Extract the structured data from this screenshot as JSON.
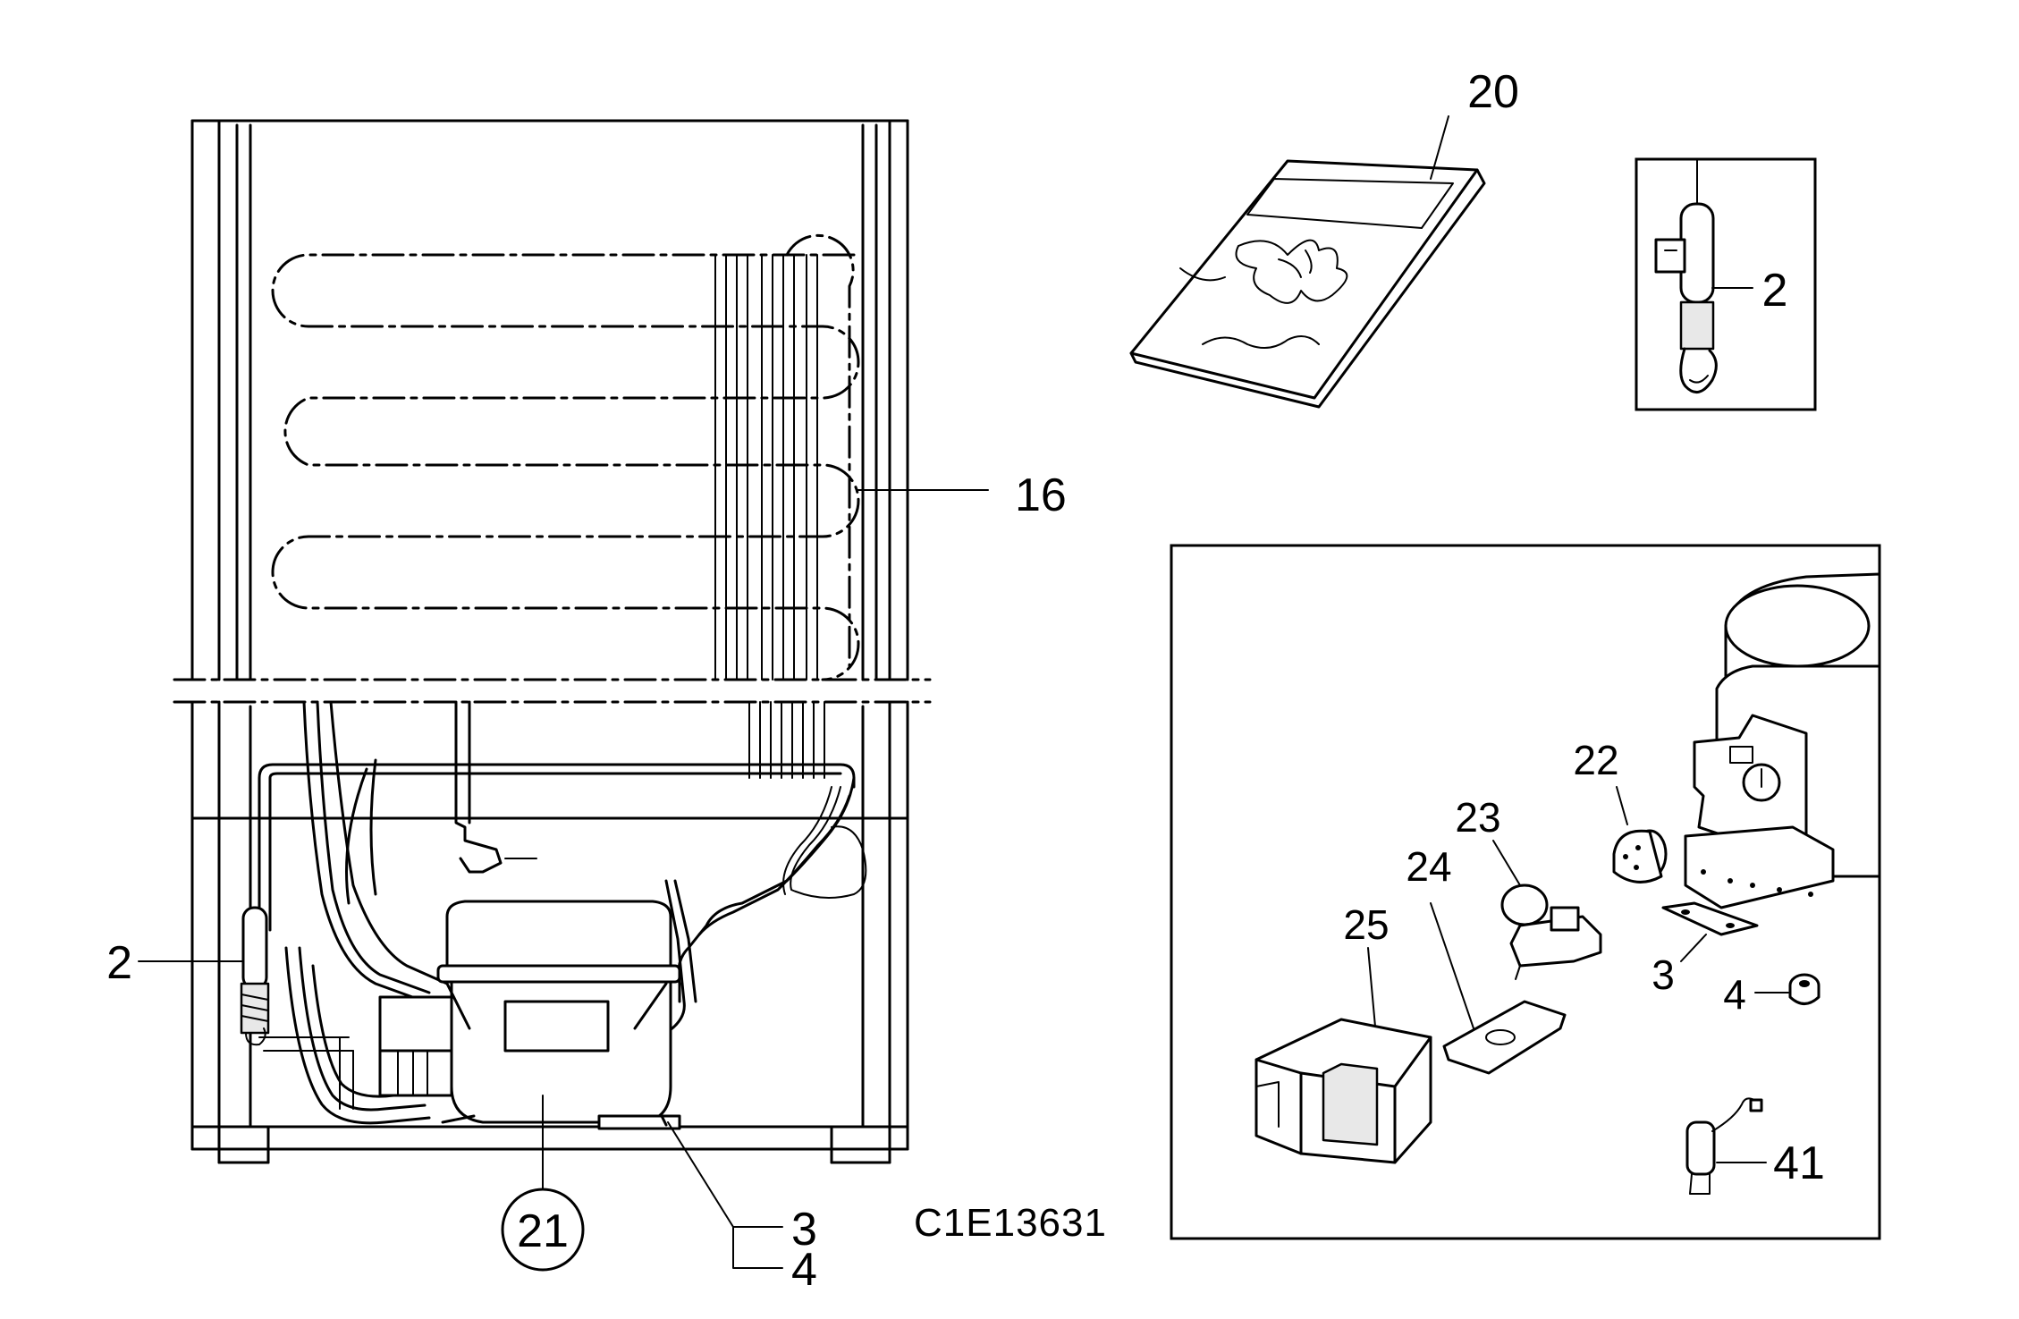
{
  "diagram_code": "C1E13631",
  "callouts": {
    "thermostat_left": "2",
    "condenser": "16",
    "compressor": "21",
    "grommet_left": "3",
    "clip_left": "4",
    "manual": "20",
    "thermostat_detail": "2",
    "relay": "22",
    "overload": "23",
    "cover_bracket": "24",
    "terminal_cover": "25",
    "grommet_right": "3",
    "clip_right": "4",
    "capacitor": "41"
  }
}
